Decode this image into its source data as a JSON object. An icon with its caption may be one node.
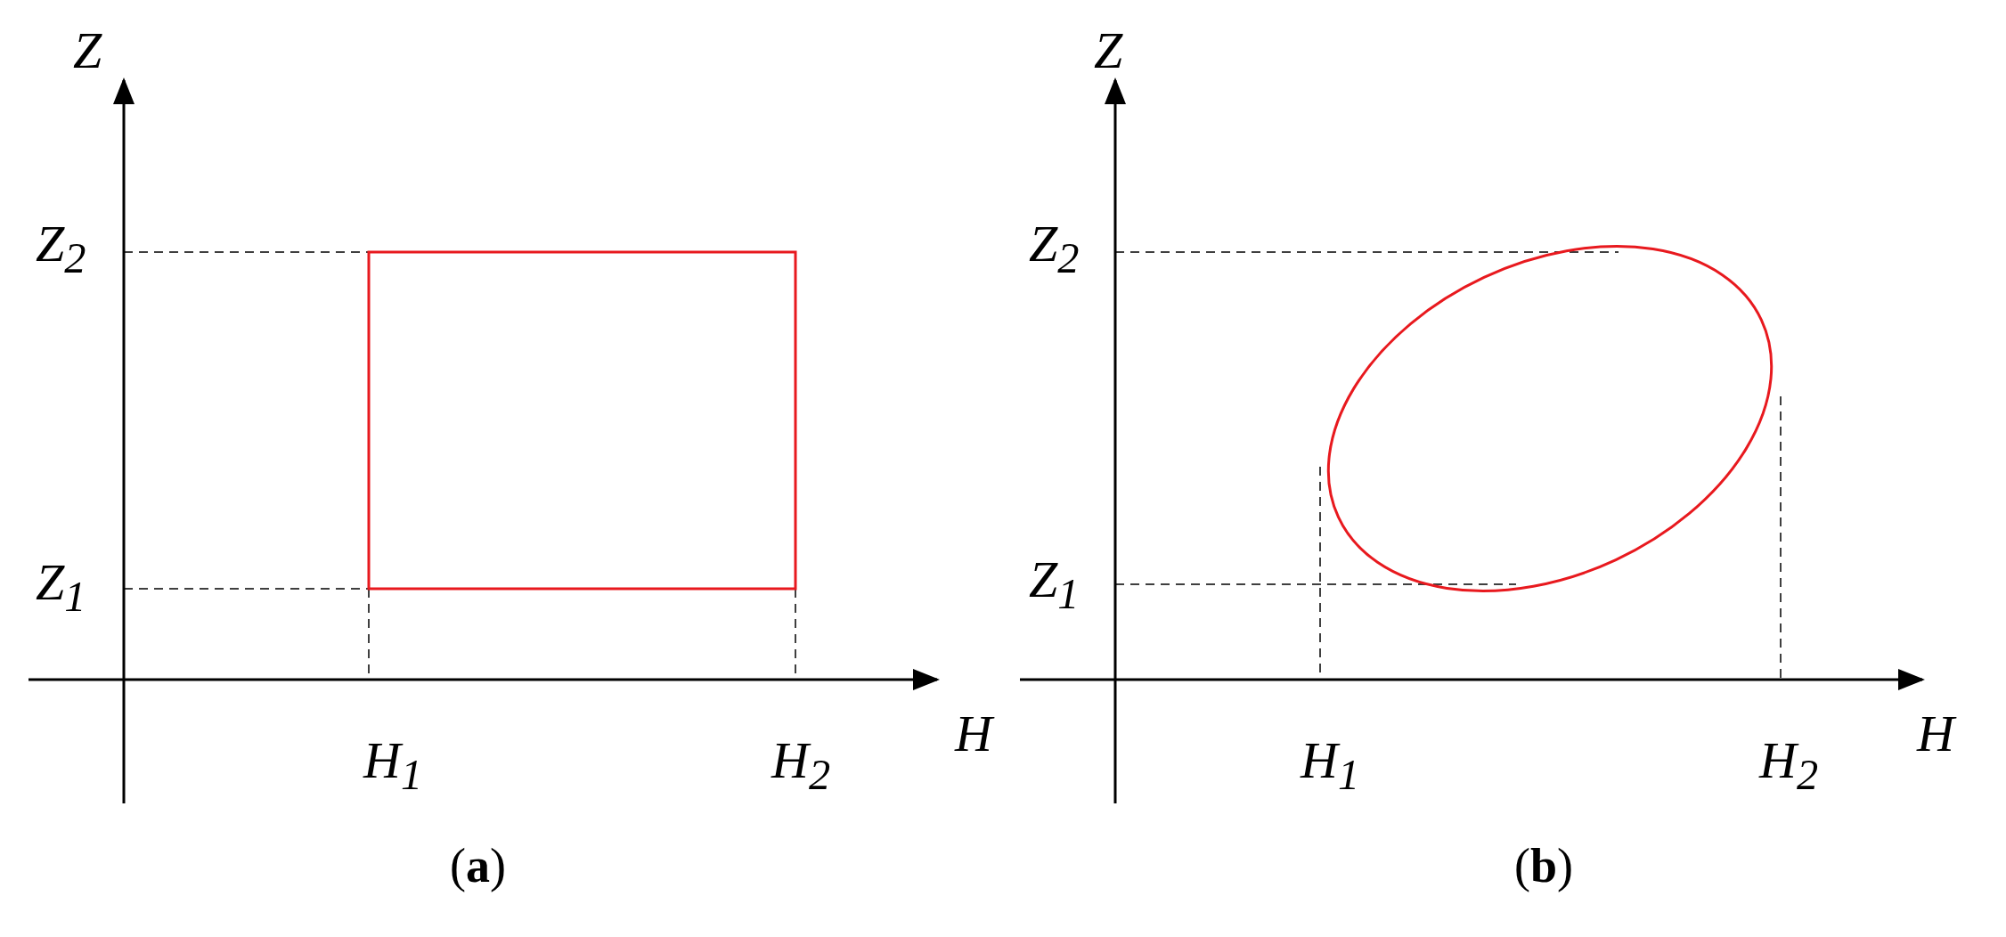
{
  "diagram": {
    "labels": [
      "Z",
      "Z$_{2}$",
      "Z$_{1}$",
      "H$_{1}$",
      "H$_{2}$",
      "H",
      "(**a**)",
      "Z",
      "Z$_{2}$",
      "Z$_{1}$",
      "H$_{1}$",
      "H$_{2}$",
      "H",
      "(**b**)"
    ]
  }
}
